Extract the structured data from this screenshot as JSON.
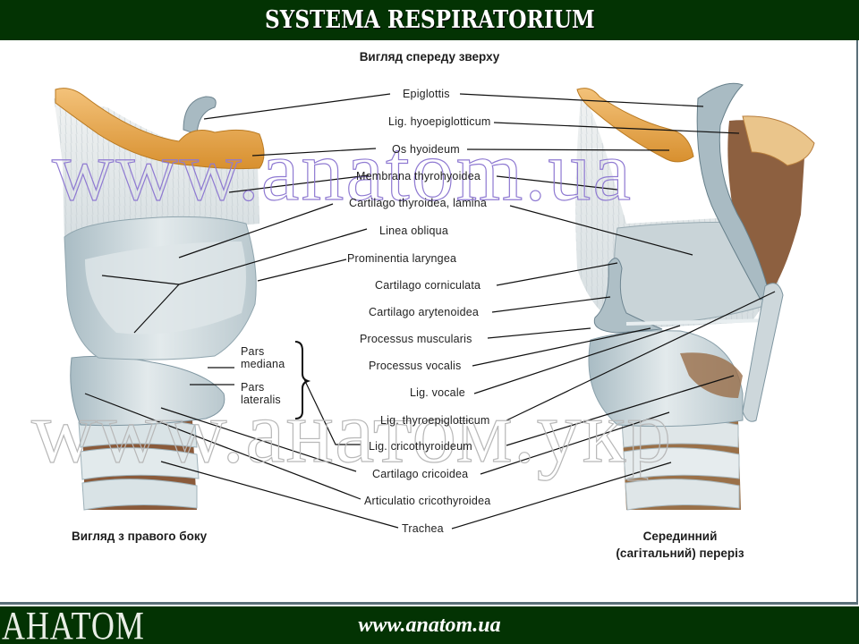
{
  "header": {
    "title": "SYSTEMA RESPIRATORIUM"
  },
  "diagram": {
    "top_caption": "Вигляд спереду зверху",
    "left_caption": "Вигляд з правого боку",
    "right_caption_line1": "Серединний",
    "right_caption_line2": "(сагітальний) переріз",
    "labels": [
      "Epiglottis",
      "Lig. hyoepiglotticum",
      "Os hyoideum",
      "Membrana thyrohyoidea",
      "Cartilago thyroidea, lamina",
      "Linea obliqua",
      "Prominentia laryngea",
      "Cartilago corniculata",
      "Cartilago arytenoidea",
      "Processus muscularis",
      "Processus vocalis",
      "Lig. vocale",
      "Lig. thyroepiglotticum",
      "Lig. cricothyroideum",
      "Cartilago cricoidea",
      "Articulatio cricothyroidea",
      "Trachea"
    ],
    "bracket_labels": {
      "pars_mediana_1": "Pars",
      "pars_mediana_2": "mediana",
      "pars_lateralis_1": "Pars",
      "pars_lateralis_2": "lateralis"
    },
    "watermarks": [
      "www.anatom.ua",
      "www.анатом.укр"
    ],
    "colors": {
      "cartilage": "#c9d4d8",
      "bone": "#e7a94a",
      "tissue_dark": "#8a5a3a"
    }
  },
  "footer": {
    "logo": "АНАТОМ",
    "url": "www.anatom.ua"
  }
}
